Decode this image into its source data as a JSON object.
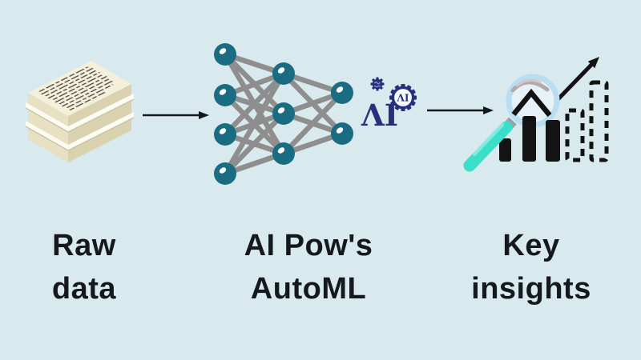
{
  "flow": {
    "stages": [
      {
        "name": "raw-data",
        "icon": "paper-stack",
        "label_lines": [
          "Raw",
          "data"
        ]
      },
      {
        "name": "automl",
        "icon": "neural-network",
        "label_lines": [
          "AI Pow's",
          "AutoML"
        ],
        "logo_text": "ΛI",
        "logo_gear_text": "ΛI"
      },
      {
        "name": "key-insights",
        "icon": "magnifier-bar-chart",
        "label_lines": [
          "Key",
          "insights"
        ]
      }
    ],
    "connector": "arrow-right"
  },
  "colors": {
    "background": "#d8eaed",
    "ink": "#15181c",
    "node_teal": "#1a6c82",
    "edge_gray": "#8e8e8e",
    "navy": "#27307c",
    "handle_teal": "#3bdec8",
    "handle_light": "#82ecdc",
    "lens_ring": "#b9ddf1",
    "lens_fill": "#e6f2f8",
    "paper_top": "#f4f0dc",
    "paper_left": "#e7e0c3",
    "paper_right": "#dad2af",
    "sheet_white": "#fcfcf5",
    "text_line_gray": "#58564d",
    "arc_gray": "#b3a9a9",
    "bar_black": "#131313"
  }
}
